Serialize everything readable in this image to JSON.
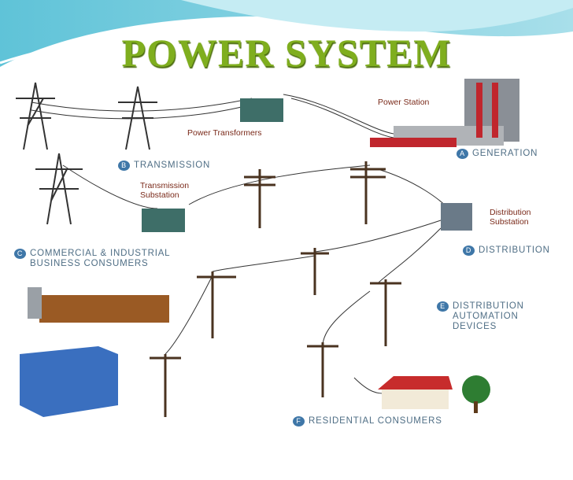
{
  "title": "POWER SYSTEM",
  "captions": {
    "power_station": "Power Station",
    "power_transformers": "Power Transformers",
    "transmission_substation_1": "Transmission",
    "transmission_substation_2": "Substation",
    "distribution_substation_1": "Distribution",
    "distribution_substation_2": "Substation"
  },
  "stages": [
    {
      "letter": "A",
      "lines": [
        "GENERATION"
      ]
    },
    {
      "letter": "B",
      "lines": [
        "TRANSMISSION"
      ]
    },
    {
      "letter": "C",
      "lines": [
        "COMMERCIAL & INDUSTRIAL",
        "BUSINESS CONSUMERS"
      ]
    },
    {
      "letter": "D",
      "lines": [
        "DISTRIBUTION"
      ]
    },
    {
      "letter": "E",
      "lines": [
        "DISTRIBUTION",
        "AUTOMATION",
        "DEVICES"
      ]
    },
    {
      "letter": "F",
      "lines": [
        "RESIDENTIAL CONSUMERS"
      ]
    }
  ],
  "colors": {
    "title": "#7fae1e",
    "badge": "#3f77a8",
    "label": "#4f6e85"
  }
}
